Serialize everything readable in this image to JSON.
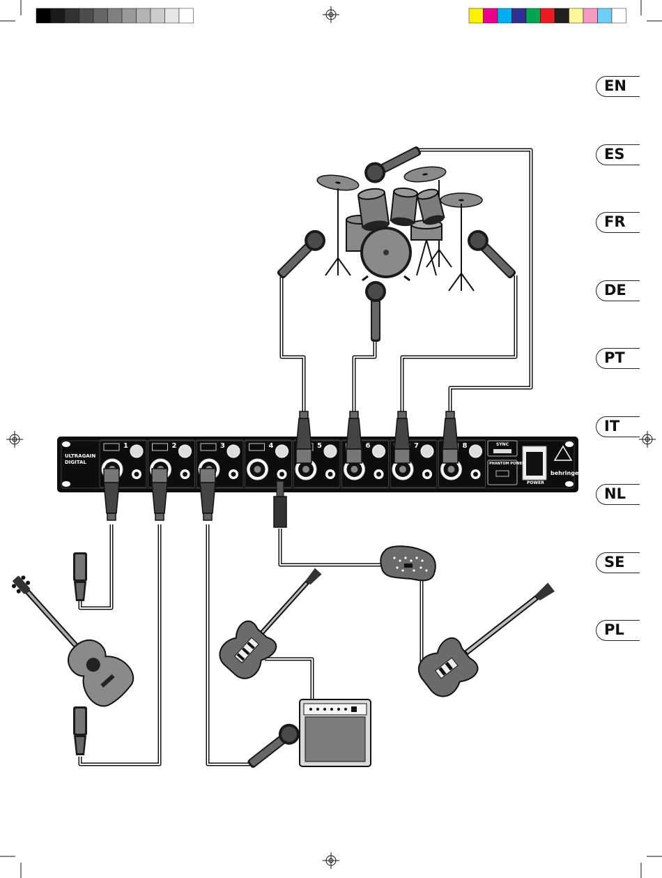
{
  "languages": [
    "EN",
    "ES",
    "FR",
    "DE",
    "PT",
    "IT",
    "NL",
    "SE",
    "PL"
  ],
  "device": {
    "name_line1": "ULTRAGAIN",
    "name_line2": "DIGITAL",
    "brand": "behringer",
    "power_label": "POWER",
    "phantom_label": "PHANTOM POWER",
    "sync_label": "SYNC",
    "channels": [
      "1",
      "2",
      "3",
      "4",
      "5",
      "6",
      "7",
      "8"
    ]
  },
  "colors": {
    "outline": "#1a1a1a",
    "fill_gray": "#8a8a8a",
    "fill_dark": "#555555",
    "rack": "#0d0d0d"
  },
  "color_bars": {
    "grays": [
      "#000000",
      "#1a1a1a",
      "#333333",
      "#4d4d4d",
      "#666666",
      "#808080",
      "#999999",
      "#b3b3b3",
      "#cccccc",
      "#e6e6e6",
      "#ffffff"
    ],
    "process": [
      "#fff200",
      "#ec008c",
      "#00aeef",
      "#2e3192",
      "#00a651",
      "#ed1c24",
      "#231f20",
      "#fff799",
      "#f49ac1",
      "#6dcff6",
      "#ffffff"
    ]
  }
}
